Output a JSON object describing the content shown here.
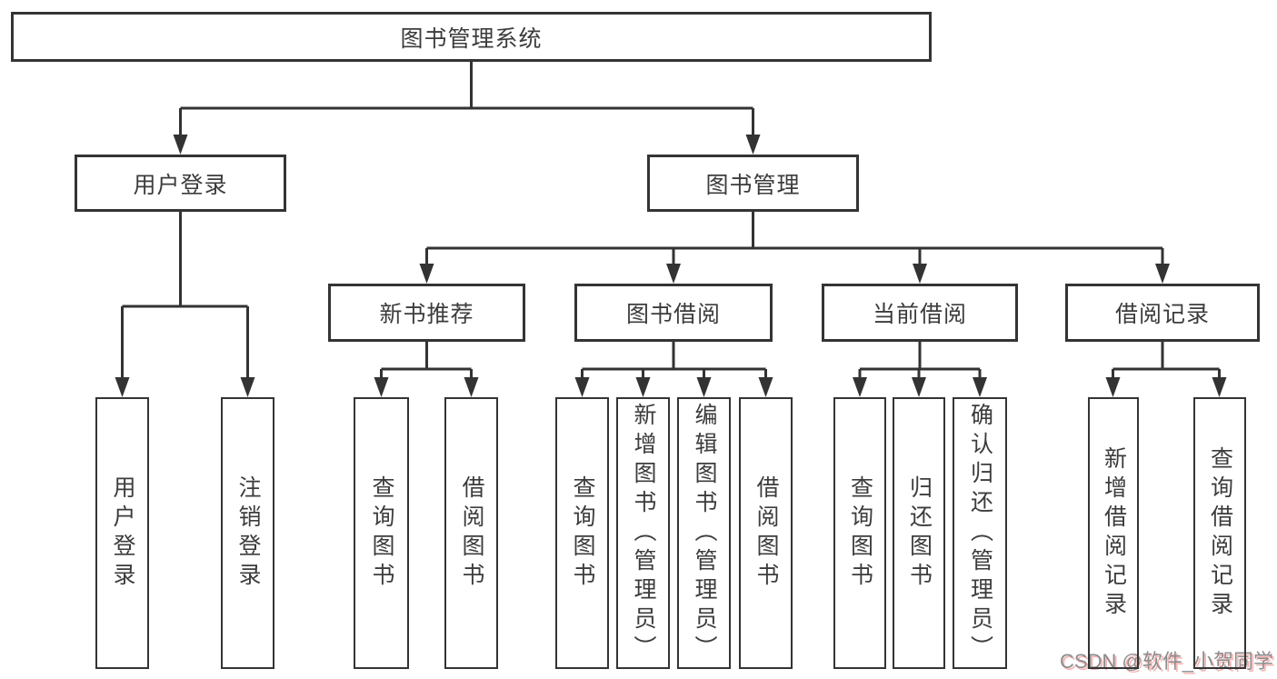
{
  "diagram_title": "图书管理系统",
  "tree": {
    "label": "图书管理系统",
    "children": [
      {
        "label": "用户登录",
        "children": [
          {
            "label": "用户登录"
          },
          {
            "label": "注销登录"
          }
        ]
      },
      {
        "label": "图书管理",
        "children": [
          {
            "label": "新书推荐",
            "children": [
              {
                "label": "查询图书"
              },
              {
                "label": "借阅图书"
              }
            ]
          },
          {
            "label": "图书借阅",
            "children": [
              {
                "label": "查询图书"
              },
              {
                "label": "新增图书（管理员）"
              },
              {
                "label": "编辑图书（管理员）"
              },
              {
                "label": "借阅图书"
              }
            ]
          },
          {
            "label": "当前借阅",
            "children": [
              {
                "label": "查询图书"
              },
              {
                "label": "归还图书"
              },
              {
                "label": "确认归还（管理员）"
              }
            ]
          },
          {
            "label": "借阅记录",
            "children": [
              {
                "label": "新增借阅记录"
              },
              {
                "label": "查询借阅记录"
              }
            ]
          }
        ]
      }
    ]
  },
  "colors": {
    "box_border": "#343434",
    "box_fill": "#ffffff",
    "line": "#333333",
    "text": "#3c3c3c",
    "watermark_text": "#8d8d8d",
    "watermark_shadow": "#f7b6b6"
  },
  "watermark": {
    "text": "CSDN @软件_小贺同学"
  }
}
